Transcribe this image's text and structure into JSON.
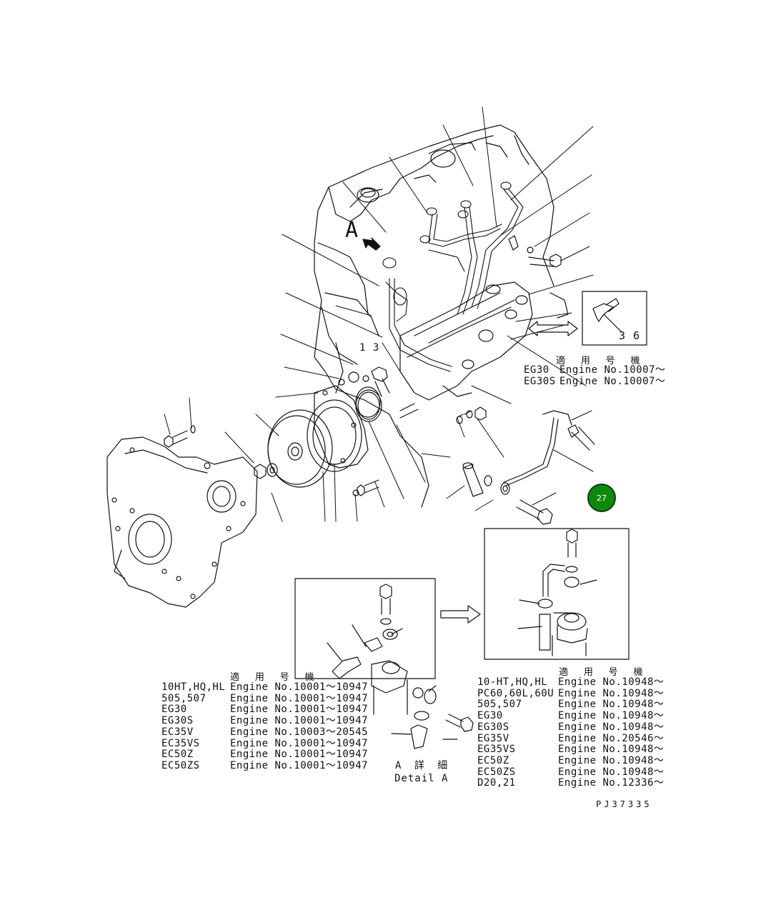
{
  "callouts": {
    "part_13": "1 3",
    "part_36": "3 6",
    "view_a": "A"
  },
  "badge": {
    "label": "27",
    "color": "#0d8a0d"
  },
  "top_table": {
    "header": "適 用 号 機",
    "rows": [
      {
        "model": "EG30 ",
        "engine": "Engine No.10007～"
      },
      {
        "model": "EG30S",
        "engine": "Engine No.10007～"
      }
    ]
  },
  "left_table": {
    "header": "適 用 号 機",
    "rows": [
      {
        "model": "10HT,HQ,HL",
        "engine": "Engine No.10001～10947"
      },
      {
        "model": "505,507",
        "engine": "Engine No.10001～10947"
      },
      {
        "model": "EG30",
        "engine": "Engine No.10001～10947"
      },
      {
        "model": "EG30S",
        "engine": "Engine No.10001～10947"
      },
      {
        "model": "EC35V",
        "engine": "Engine No.10003～20545"
      },
      {
        "model": "EC35VS",
        "engine": "Engine No.10001～10947"
      },
      {
        "model": "EC50Z",
        "engine": "Engine No.10001～10947"
      },
      {
        "model": "EC50ZS",
        "engine": "Engine No.10001～10947"
      }
    ]
  },
  "right_table": {
    "header": "適 用 号 機",
    "rows": [
      {
        "model": "10-HT,HQ,HL",
        "engine": "Engine No.10948～"
      },
      {
        "model": "PC60,60L,60U",
        "engine": "Engine No.10948～"
      },
      {
        "model": "505,507",
        "engine": "Engine No.10948～"
      },
      {
        "model": "EG30",
        "engine": "Engine No.10948～"
      },
      {
        "model": "EG30S",
        "engine": "Engine No.10948～"
      },
      {
        "model": "EG35V",
        "engine": "Engine No.20546～"
      },
      {
        "model": "EG35VS",
        "engine": "Engine No.10948～"
      },
      {
        "model": "EC50Z",
        "engine": "Engine No.10948～"
      },
      {
        "model": "EC50ZS",
        "engine": "Engine No.10948～"
      },
      {
        "model": "D20,21",
        "engine": "Engine No.12336～"
      }
    ]
  },
  "detail": {
    "jp": "A 詳 細",
    "en": "Detail A"
  },
  "drawing_no": "PJ37335"
}
